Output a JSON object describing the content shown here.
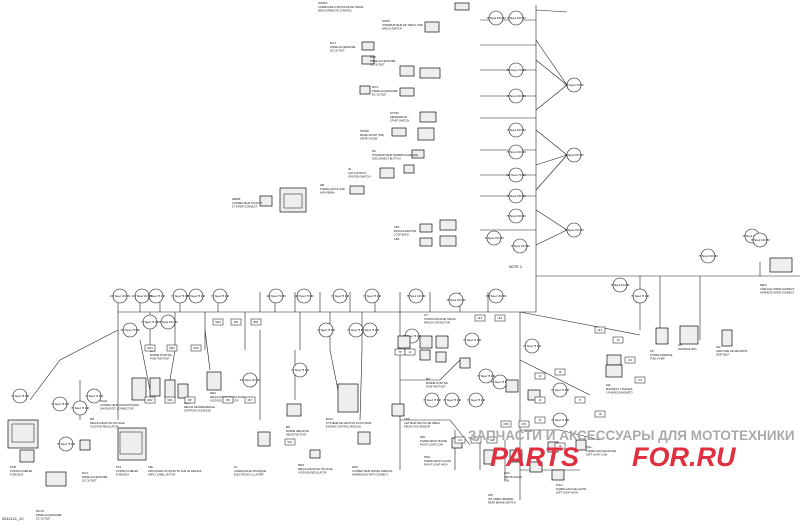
{
  "watermark": {
    "line1": "ЗАПЧАСТИ И АКСЕССУАРЫ ДЛЯ МОТОТЕХНИКИ",
    "line2_left": "PARTS",
    "line2_right": "FOR.RU",
    "color_line1": "#a8a8a8",
    "color_line2": "#e03040"
  },
  "drawing_number": "2811121_22",
  "wire_note": "NOTE 4",
  "tape_labels": [
    "75 Taped 400 MM",
    "75 Taped 200 MM",
    "200 Taped 75 MM",
    "200 Taped 75 MM",
    "75 Taped 200 MM",
    "75 Taped 200 MM",
    "75 Taped 200 MM",
    "75 Taped 150 MM",
    "200 Taped 75 MM",
    "75 Taped 150 MM",
    "75 Taped 150 MM",
    "75 Taped 150 MM",
    "75 Taped 150 MM",
    "75 Taped 150 MM",
    "75 Taped 150 MM",
    "75 Taped 150 MM",
    "75 Taped 400 MM",
    "75 Taped 400 MM",
    "250 Taped 150 MM",
    "75 Taped 200 MM",
    "75 Taped 100 MM",
    "75 Taped 75 MM",
    "75 Taped 75 MM",
    "100 Taped 75 MM",
    "100 Taped 75 MM",
    "75 Taped 75 MM",
    "75 Taped 75 MM",
    "75 Taped 75 MM",
    "75 Taped 75 MM",
    "100 Taped 100 MM",
    "100 Taped 100 MM",
    "250 Taped 150 MM",
    "100 Taped 75 MM",
    "75 Taped 75 MM",
    "75 Taped 200 MM",
    "75 Taped 75 MM",
    "75 Taped 75 MM",
    "75 Taped 75 MM",
    "75 Taped 75 MM",
    "75 Taped 75 MM",
    "75 Taped 75 MM",
    "75 Taped 75 MM",
    "75 Taped 75 MM",
    "75 Taped 75 MM",
    "75 Taped 75 MM",
    "75 Taped 75 MM",
    "75 Taped 75 MM",
    "75 Taped 75 MM",
    "75 Taped 75 MM",
    "75 Taped 75 MM",
    "75 Taped 75 MM",
    "75 Taped 75 MM",
    "75 Taped 75 MM",
    "75 Taped 75 MM",
    "75 Taped 75 MM"
  ],
  "components": [
    {
      "code": "SWMS",
      "fr": "COMMANDE À DISTANCE DE TREUIL",
      "en": "WINCH REMOTE CONTROL"
    },
    {
      "code": "SWW",
      "fr": "INTERRUPTEUR DE TREUIL (SW)",
      "en": "WINCH SWITCH"
    },
    {
      "code": "DC1",
      "fr": "PRISE ACCESSOIRE",
      "en": "DC OUTLET"
    },
    {
      "code": "DC2",
      "fr": "PRISE ACCESSOIRE",
      "en": "DC OUTLET"
    },
    {
      "code": "DC3",
      "fr": "PRISE ACCESSOIRE",
      "en": "DC OUTLET"
    },
    {
      "code": "STSW",
      "fr": "DÉMARREUR",
      "en": "START SWITCH"
    },
    {
      "code": "SPSW",
      "fr": "MODE SPORT (SW)",
      "en": "SPORT MODE"
    },
    {
      "code": "DC",
      "fr": "INTERRUPTEUR D'EMBRAYAGE (SW)",
      "en": "DISCONNECT BUTTON"
    },
    {
      "code": "IG",
      "fr": "CLÉ CONTACT",
      "en": "IGNITION SWITCH"
    },
    {
      "code": "HB",
      "fr": "PHARE HAUTE (SW)",
      "en": "HIGH BEAM"
    },
    {
      "code": "HBNB",
      "fr": "CONNECTEUR POUR ZT",
      "en": "ZT INTER CONNECT"
    },
    {
      "code": "LB1",
      "fr": "BOUCLE RETOUR",
      "en": "LOOP BACK"
    },
    {
      "code": "LB2",
      "fr": "",
      "en": ""
    },
    {
      "code": "MES",
      "fr": "CÂBLAGE INTER-CONNECT",
      "en": "HARNESS INTER CONNECT"
    },
    {
      "code": "FP",
      "fr": "POMPE ESSENCE",
      "en": "FUEL PUMP"
    },
    {
      "code": "GP",
      "fr": "SHOWIGE (BK)",
      "en": ""
    },
    {
      "code": "GR",
      "fr": "CEINTURE DE SÉCURITÉ",
      "en": "SEAT BELT"
    },
    {
      "code": "MA",
      "fr": "MAGNÉTO 3 PHASES",
      "en": "3 PHASES MAGNETO"
    },
    {
      "code": "PFB",
      "fr": "PORTE FUSIBLES",
      "en": "FUSE BOX"
    },
    {
      "code": "DCX",
      "fr": "PRISE ACCESSOIRE",
      "en": "DC OUTLET"
    },
    {
      "code": "DCX2",
      "fr": "PRISE ACCESSOIRE",
      "en": "DC OUTLET"
    },
    {
      "code": "PF1",
      "fr": "PORTE FUSIBLES",
      "en": "FUSE BOX"
    },
    {
      "code": "LBL",
      "fr": "APPLIQUER L'ÉTIQUETTE SUR LE DESSUS",
      "en": "APPLY LABEL ON TOP"
    },
    {
      "code": "DIAG",
      "fr": "CONNECTEUR DIAGNOSTIQUE",
      "en": "DIAGNOSTIC CONNECTOR"
    },
    {
      "code": "BP1",
      "fr": "BORNE POSITIVE",
      "en": "POSITIVE POST"
    },
    {
      "code": "RR",
      "fr": "RÉGULATEUR DE VOLTAGE",
      "en": "VOLTAGE REGULATOR"
    },
    {
      "code": "SOL",
      "fr": "RELAIS DE DÉMARRAGE",
      "en": "STARTING SOLENOID"
    },
    {
      "code": "RR2",
      "fr": "RÉGULATEUR DE VOLTAGE",
      "en": "VOLTAGE REGULATOR"
    },
    {
      "code": "BN",
      "fr": "BORNE NÉGATIVE",
      "en": "NEGATIVE POST"
    },
    {
      "code": "CL",
      "fr": "CADRAN ÉLECTRONIQUE",
      "en": "ELECTRONIC CLUSTER"
    },
    {
      "code": "RR3",
      "fr": "RÉGULATEUR DE VOLTAGE",
      "en": "VOLTAGE REGULATOR"
    },
    {
      "code": "ECM",
      "fr": "SYSTÈME DE GESTION DU MOTEUR",
      "en": "ENGINE CONTROL MODULE"
    },
    {
      "code": "HWI",
      "fr": "CONNECTEUR WATER HARNAIS",
      "en": "HARNESS/ID WTR CONNECT"
    },
    {
      "code": "CT",
      "fr": "CONTACTEUR DE TREUIL",
      "en": "WINCH CONTACTOR"
    },
    {
      "code": "TPS",
      "fr": "CAPTEUR DE POS DE PÉDAL",
      "en": "PEDAL POS SENSOR"
    },
    {
      "code": "BS",
      "fr": "BORNE POSITIVE",
      "en": "POSITIVE POST"
    },
    {
      "code": "PDL",
      "fr": "PHARE DROIT BASSE",
      "en": "RIGHT LIGHT LOW"
    },
    {
      "code": "PDH",
      "fr": "PHARE DROIT HAUTE",
      "en": "RIGHT LIGHT HIGH"
    },
    {
      "code": "IFR",
      "fr": "INT. FREIN ARRIÈRE",
      "en": "REAR BRAKE SWITCH"
    },
    {
      "code": "FLR",
      "fr": "VENTILATEUR",
      "en": "FAN"
    },
    {
      "code": "PGL",
      "fr": "PHARE GAUCHE BASSE",
      "en": "LEFT LIGHT LOW"
    },
    {
      "code": "PGH",
      "fr": "PHARE GAUCHE HAUTE",
      "en": "LEFT LIGHT HIGH"
    }
  ],
  "node_codes": [
    "SW1",
    "SW2",
    "SW3",
    "SW4",
    "WS",
    "RR1",
    "RR2",
    "MF1",
    "BP",
    "BS",
    "RLT",
    "SOL",
    "TP",
    "J1",
    "J2",
    "J3",
    "J4",
    "J5",
    "J6",
    "J7",
    "J8",
    "J9",
    "J10",
    "J11",
    "J12",
    "CHK",
    "GAI",
    "CRS",
    "FP1",
    "HL1",
    "HL2",
    "HL3"
  ]
}
